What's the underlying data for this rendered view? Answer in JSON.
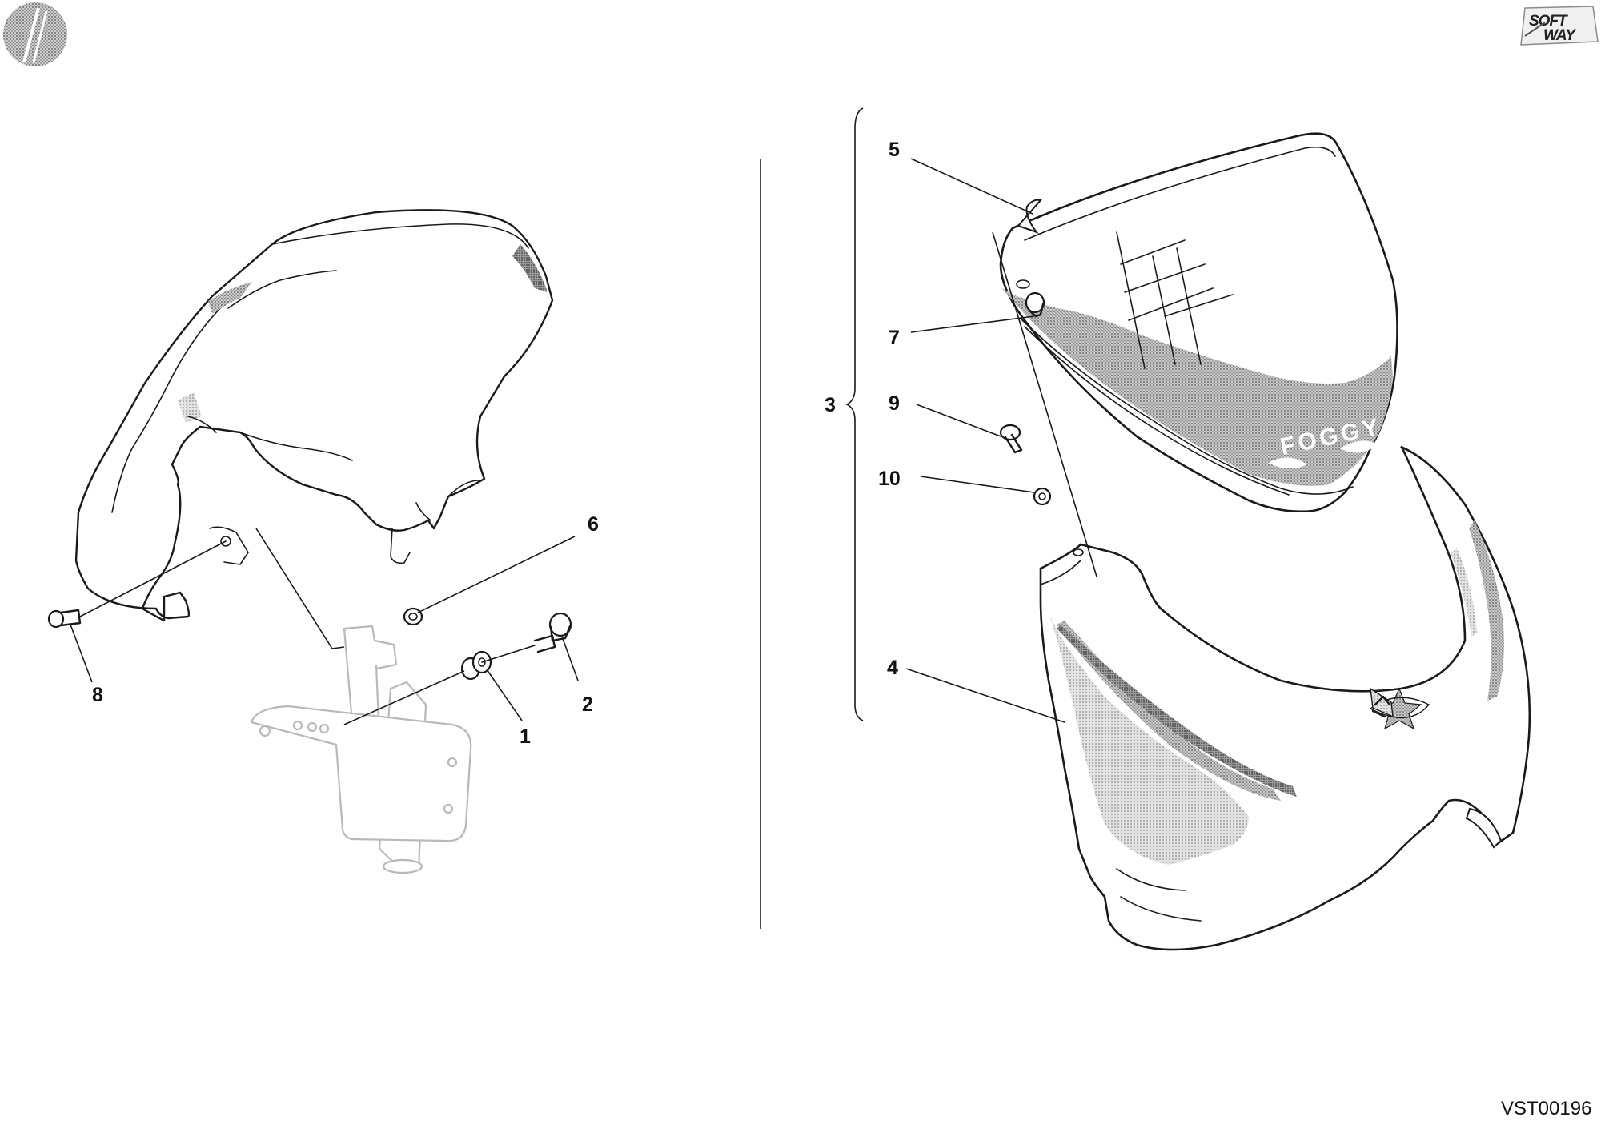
{
  "drawing_code": "VST00196",
  "brand_logo": {
    "line1": "SOFT",
    "line2": "WAY"
  },
  "windscreen_text": "FOGGY",
  "colors": {
    "ink": "#1a1a1a",
    "halftone": "#8f8f8f",
    "ghost": "#b9b9b9",
    "logo_disc": "#9a9a9a"
  },
  "callouts": [
    {
      "id": "1",
      "label": "1"
    },
    {
      "id": "2",
      "label": "2"
    },
    {
      "id": "3",
      "label": "3"
    },
    {
      "id": "4",
      "label": "4"
    },
    {
      "id": "5",
      "label": "5"
    },
    {
      "id": "6",
      "label": "6"
    },
    {
      "id": "7",
      "label": "7"
    },
    {
      "id": "8",
      "label": "8"
    },
    {
      "id": "9",
      "label": "9"
    },
    {
      "id": "10",
      "label": "10"
    }
  ]
}
